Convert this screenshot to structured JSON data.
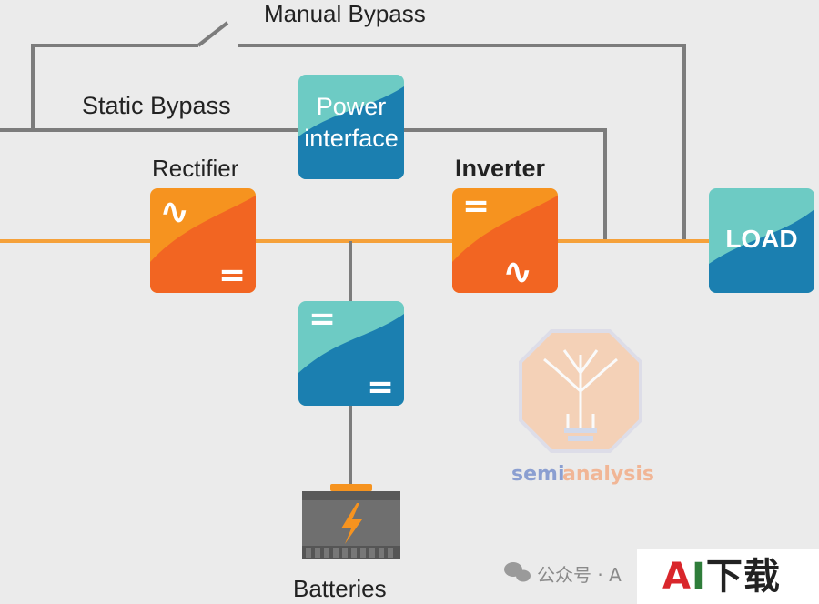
{
  "labels": {
    "manual_bypass": "Manual Bypass",
    "static_bypass": "Static Bypass",
    "rectifier": "Rectifier",
    "inverter": "Inverter",
    "batteries": "Batteries"
  },
  "boxes": {
    "power_interface_line1": "Power",
    "power_interface_line2": "interface",
    "load": "LOAD"
  },
  "symbols": {
    "ac": "∿",
    "dc": "="
  },
  "watermark": {
    "semi": "semi",
    "analysis": "analysis",
    "wechat": "公众号 · A"
  },
  "brand": {
    "a": "A",
    "i": "I",
    "rest": "下载"
  },
  "colors": {
    "orange_light": "#f6931f",
    "orange_dark": "#f26522",
    "teal_light": "#6dcbc4",
    "blue_dark": "#1b7fb0",
    "bus_line": "#f5a13a",
    "bypass_line": "#7c7c7c"
  }
}
